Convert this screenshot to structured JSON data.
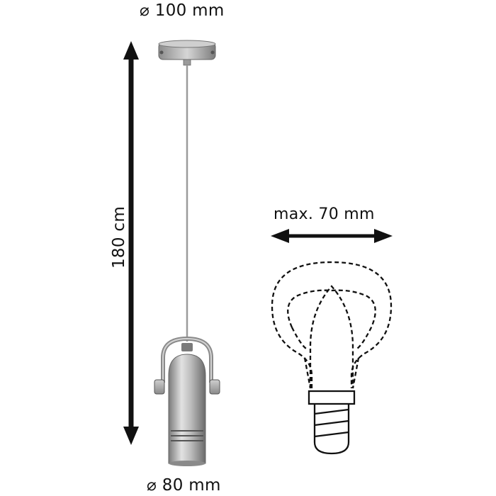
{
  "dimensions": {
    "canopy_diameter": "⌀ 100 mm",
    "height": "180 cm",
    "shade_diameter": "⌀ 80 mm",
    "max_bulb_width": "max. 70 mm"
  },
  "colors": {
    "ink": "#111111",
    "metal_light": "#d9d9d9",
    "metal_mid": "#a8a8a8",
    "metal_dark": "#6e6e6e"
  }
}
